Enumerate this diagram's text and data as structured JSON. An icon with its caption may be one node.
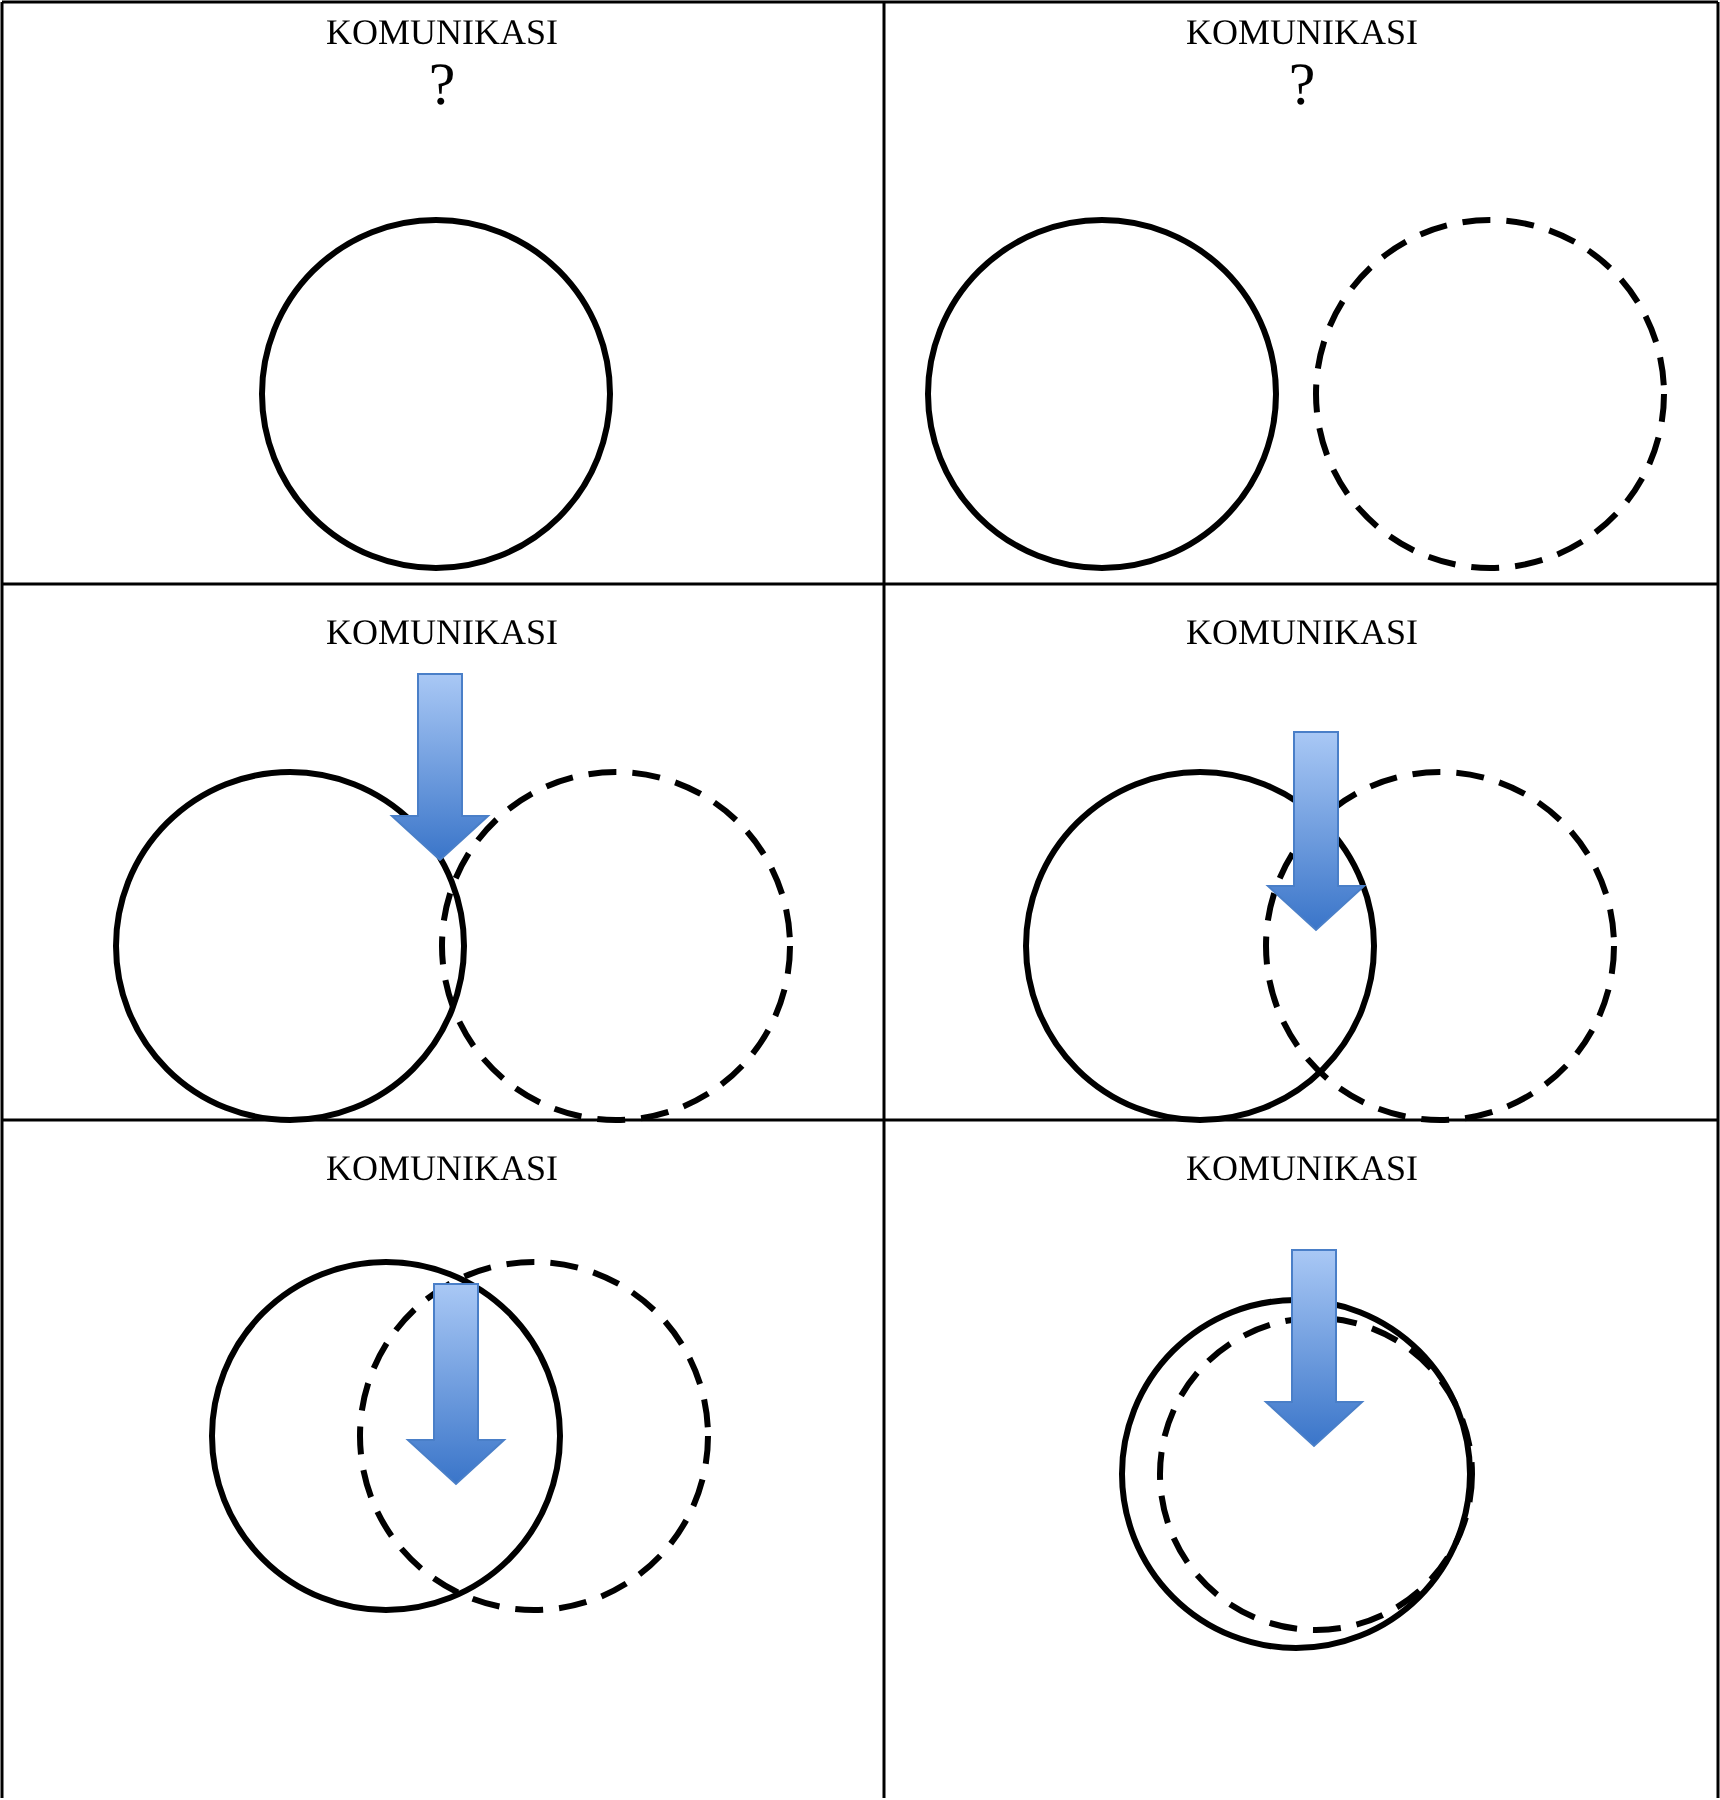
{
  "diagram": {
    "labels": [
      "KOMUNIKASI",
      "?",
      "KOMUNIKASI",
      "?",
      "KOMUNIKASI",
      "KOMUNIKASI",
      "KOMUNIKASI",
      "KOMUNIKASI"
    ]
  }
}
